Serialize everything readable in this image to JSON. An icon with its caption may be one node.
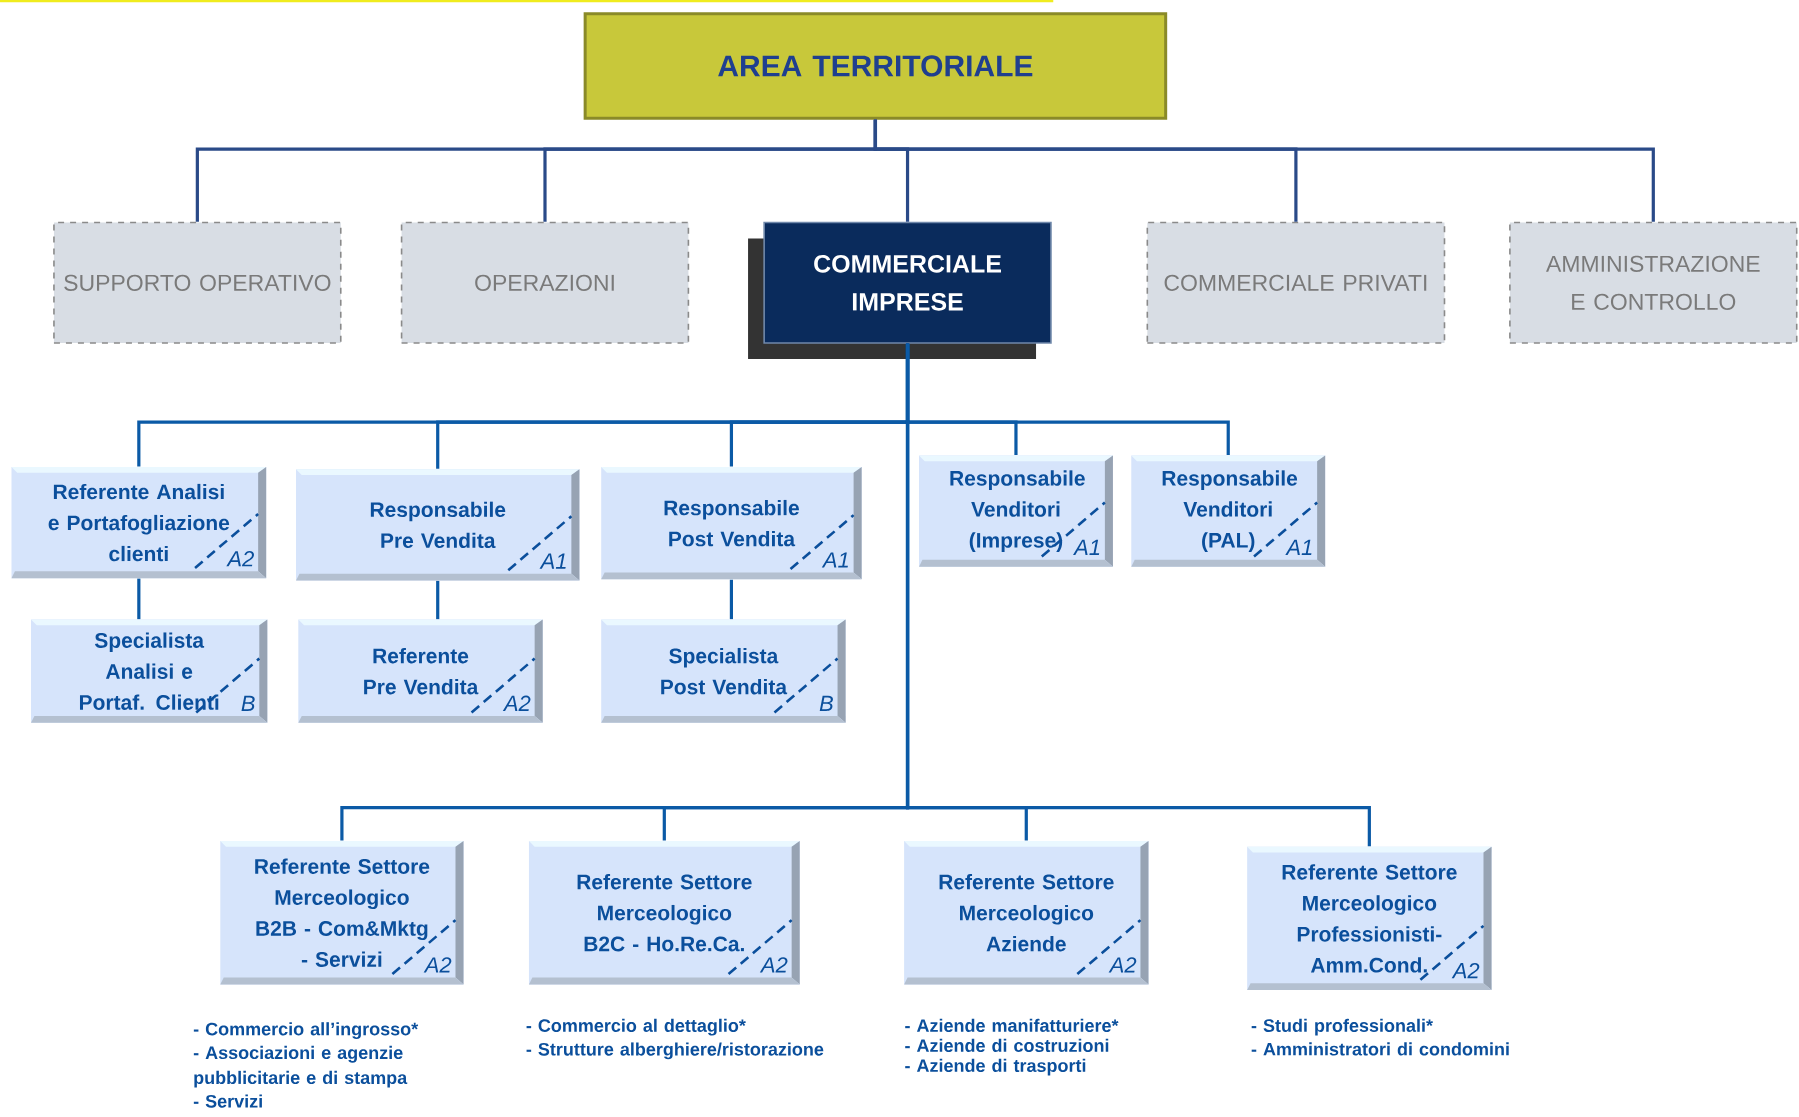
{
  "diagram": {
    "nodes": [
      {
        "text": [
          "AREA TERRITORIALE"
        ]
      },
      {
        "text": [
          "SUPPORTO OPERATIVO"
        ]
      },
      {
        "text": [
          "OPERAZIONI"
        ]
      },
      {
        "text": [
          "COMMERCIALE IMPRESE"
        ]
      },
      {
        "text": [
          "COMMERCIALE PRIVATI"
        ]
      },
      {
        "text": [
          "AMMINISTRAZIONE E CONTROLLO"
        ]
      },
      {
        "text": [
          "Referente Analisi e Portafogliazione clienti",
          "A2"
        ]
      },
      {
        "text": [
          "Responsabile Pre Vendita",
          "A1"
        ]
      },
      {
        "text": [
          "Responsabile Post Vendita",
          "A1"
        ]
      },
      {
        "text": [
          "Responsabile Venditori (Imprese)",
          "A1"
        ]
      },
      {
        "text": [
          "Responsabile Venditori (PAL)",
          "A1"
        ]
      },
      {
        "text": [
          "Specialista Analisi e Portaf. Clienti",
          "B"
        ]
      },
      {
        "text": [
          "Referente Pre Vendita",
          "A2"
        ]
      },
      {
        "text": [
          "Specialista Post Vendita",
          "B"
        ]
      },
      {
        "text": [
          "Referente Settore Merceologico B2B - Com&Mktg - Servizi",
          "A2"
        ],
        "beside": [
          "- Commercio all’ingrosso*",
          "- Associazioni e agenzie pubblicitarie e di stampa",
          "- Servizi"
        ]
      },
      {
        "text": [
          "Referente Settore Merceologico B2C - Ho.Re.Ca.",
          "A2"
        ],
        "beside": [
          "- Commercio al dettaglio*",
          "- Strutture alberghiere/ristorazione"
        ]
      },
      {
        "text": [
          "Referente Settore Merceologico Aziende",
          "A2"
        ],
        "beside": [
          "- Aziende manifatturiere*",
          "- Aziende di costruzioni",
          "- Aziende di trasporti"
        ]
      },
      {
        "text": [
          "Referente Settore Merceologico Professionisti- Amm.Cond.",
          "A2"
        ],
        "beside": [
          "- Studi professionali*",
          "- Amministratori di condomini"
        ]
      }
    ],
    "edges": [
      {
        "from": 0,
        "to": 1,
        "arrow": "none",
        "color": "#2a4a88"
      },
      {
        "from": 0,
        "to": 2,
        "arrow": "none",
        "color": "#2a4a88"
      },
      {
        "from": 0,
        "to": 3,
        "arrow": "none",
        "color": "#2a4a88"
      },
      {
        "from": 0,
        "to": 4,
        "arrow": "none",
        "color": "#2a4a88"
      },
      {
        "from": 0,
        "to": 5,
        "arrow": "none",
        "color": "#2a4a88"
      },
      {
        "from": 3,
        "to": 6,
        "arrow": "none"
      },
      {
        "from": 3,
        "to": 7,
        "arrow": "none"
      },
      {
        "from": 3,
        "to": 8,
        "arrow": "none"
      },
      {
        "from": 3,
        "to": 9,
        "arrow": "none"
      },
      {
        "from": 3,
        "to": 10,
        "arrow": "none"
      },
      {
        "from": 6,
        "to": 11,
        "arrow": "none"
      },
      {
        "from": 7,
        "to": 12,
        "arrow": "none"
      },
      {
        "from": 8,
        "to": 13,
        "arrow": "none"
      },
      {
        "from": 3,
        "to": 14,
        "arrow": "none"
      },
      {
        "from": 3,
        "to": 15,
        "arrow": "none"
      },
      {
        "from": 3,
        "to": 16,
        "arrow": "none"
      },
      {
        "from": 3,
        "to": 17,
        "arrow": "none"
      }
    ]
  }
}
